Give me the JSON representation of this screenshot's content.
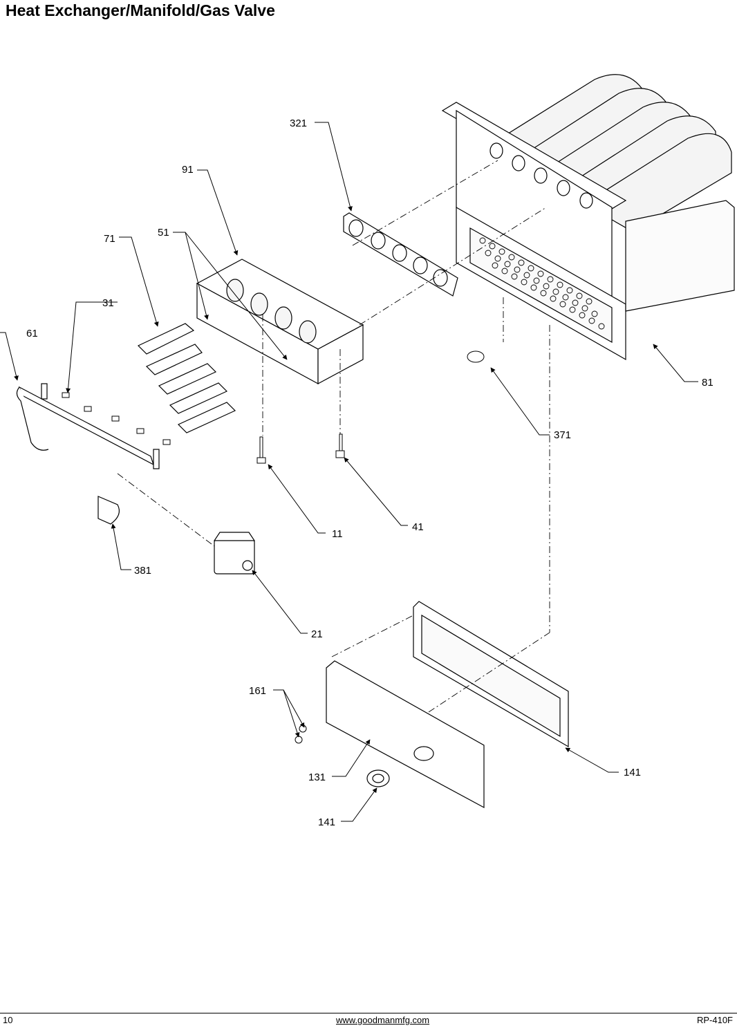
{
  "page": {
    "title": "Heat Exchanger/Manifold/Gas Valve"
  },
  "callouts": {
    "c321": "321",
    "c91": "91",
    "c71": "71",
    "c51": "51",
    "c31": "31",
    "c61": "61",
    "c81": "81",
    "c371": "371",
    "c11": "11",
    "c41": "41",
    "c381": "381",
    "c21": "21",
    "c161": "161",
    "c131": "131",
    "c141a": "141",
    "c141b": "141"
  },
  "footer": {
    "page_number": "10",
    "url": "www.goodmanmfg.com",
    "doc_code": "RP-410F"
  }
}
